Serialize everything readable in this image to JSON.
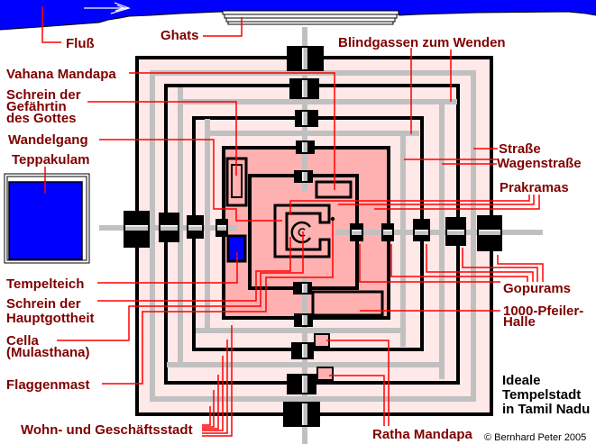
{
  "diagram": {
    "title_lines": [
      "Ideale",
      "Tempelstadt",
      "in Tamil Nadu"
    ],
    "credit": "© Bernhard Peter 2005",
    "labels": {
      "fluss": {
        "lines": [
          "Fluß"
        ]
      },
      "ghats": {
        "lines": [
          "Ghats"
        ]
      },
      "blindgassen": {
        "lines": [
          "Blindgassen zum Wenden"
        ]
      },
      "vahana_mandapa": {
        "lines": [
          "Vahana Mandapa"
        ]
      },
      "schrein_gefaehrtin": {
        "lines": [
          "Schrein der",
          "Gefährtin",
          "des Gottes"
        ]
      },
      "wandelgang": {
        "lines": [
          "Wandelgang"
        ]
      },
      "teppakulam": {
        "lines": [
          "Teppakulam"
        ]
      },
      "tempelteich": {
        "lines": [
          "Tempelteich"
        ]
      },
      "schrein_hauptgottheit": {
        "lines": [
          "Schrein der",
          "Hauptgottheit"
        ]
      },
      "cella": {
        "lines": [
          "Cella",
          "(Mulasthana)"
        ]
      },
      "flaggenmast": {
        "lines": [
          "Flaggenmast"
        ]
      },
      "wohnstadt": {
        "lines": [
          "Wohn- und Geschäftsstadt"
        ]
      },
      "strasse": {
        "lines": [
          "Straße"
        ]
      },
      "wagenstrasse": {
        "lines": [
          "Wagenstraße"
        ]
      },
      "prakramas": {
        "lines": [
          "Prakramas"
        ]
      },
      "gopurams": {
        "lines": [
          "Gopurams"
        ]
      },
      "pfeilerhalle": {
        "lines": [
          "1000-Pfeiler-",
          "Halle"
        ]
      },
      "ratha_mandapa": {
        "lines": [
          "Ratha Mandapa"
        ]
      }
    },
    "colors": {
      "label": "#800000",
      "leader": "#ff0000",
      "water": "#0000ff",
      "road": "#c0c0c0",
      "wall": "#000000",
      "outer_zone": "#ffe8e8",
      "inner_zone": "#ffb0b0"
    }
  }
}
